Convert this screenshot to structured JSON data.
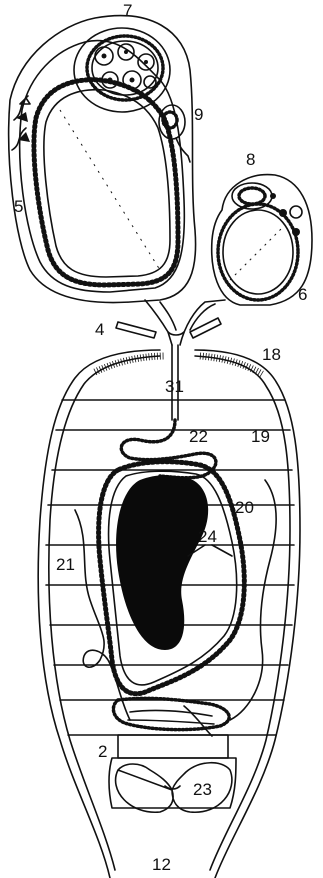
{
  "labels": {
    "l2": "2",
    "l4": "4",
    "l5": "5",
    "l6": "6",
    "l7": "7",
    "l8": "8",
    "l9": "9",
    "l12": "12",
    "l18": "18",
    "l19": "19",
    "l20": "20",
    "l21": "21",
    "l22": "22",
    "l23": "23",
    "l24": "24",
    "l31": "31"
  }
}
